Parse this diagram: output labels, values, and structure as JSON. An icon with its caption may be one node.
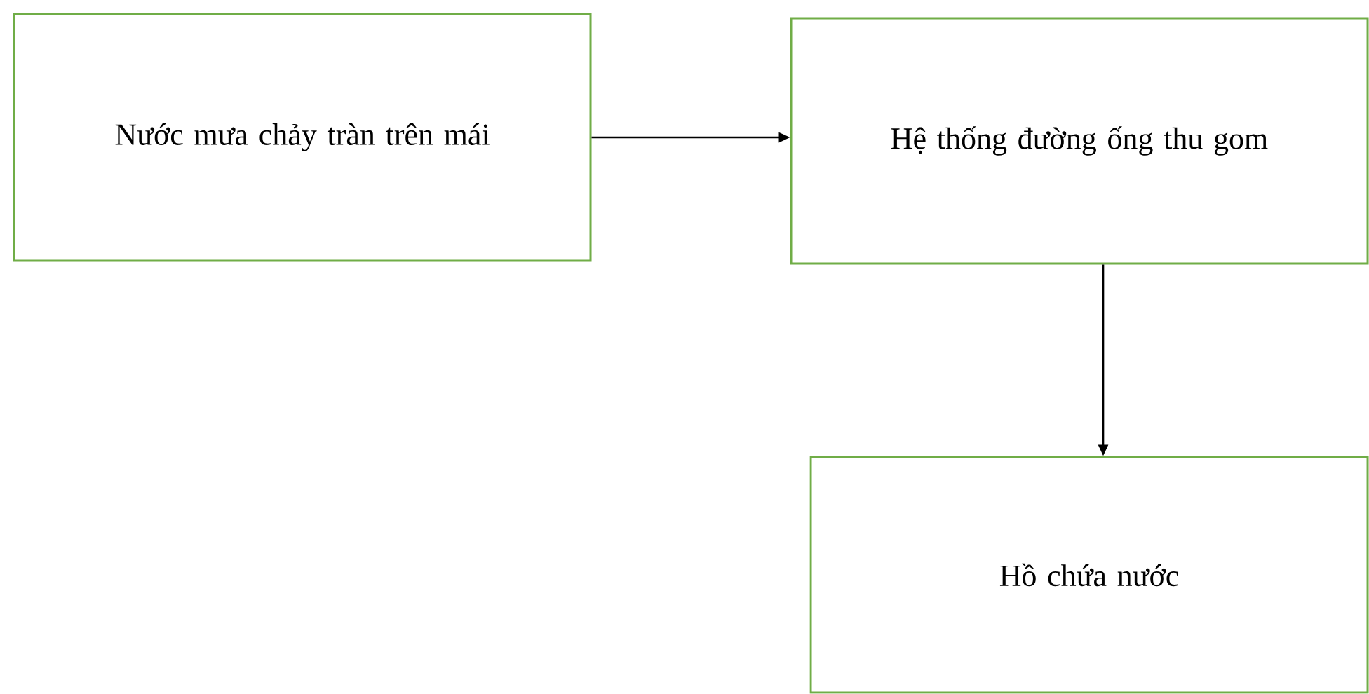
{
  "diagram": {
    "nodes": [
      {
        "text": [
          "Nước mưa chảy tràn trên mái"
        ]
      },
      {
        "text": [
          "Hệ thống đường ống thu gom"
        ]
      },
      {
        "text": [
          "Hồ chứa nước"
        ]
      }
    ],
    "edges": [
      {
        "from": 0,
        "to": 1,
        "arrow": "to"
      },
      {
        "from": 1,
        "to": 2,
        "arrow": "to"
      }
    ]
  }
}
